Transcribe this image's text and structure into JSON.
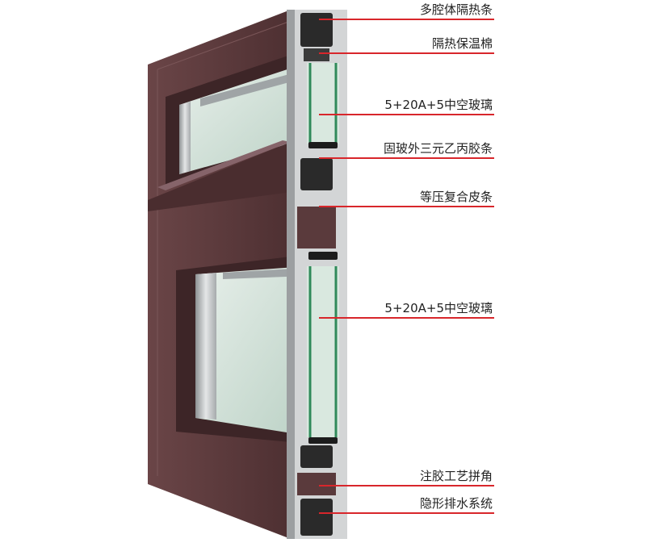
{
  "callouts": [
    {
      "text": "多腔体隔热条"
    },
    {
      "text": "隔热保温棉"
    },
    {
      "text": "5+20A+5中空玻璃"
    },
    {
      "text": "固玻外三元乙丙胶条"
    },
    {
      "text": "等压复合皮条"
    },
    {
      "text": "5+20A+5中空玻璃"
    },
    {
      "text": "注胶工艺拼角"
    },
    {
      "text": "隐形排水系统"
    }
  ],
  "colors": {
    "frame": "#5e3b3d",
    "frame_dark": "#4a2d2f",
    "aluminum": "#c9ccce",
    "glass": "#cfe0d6",
    "glass_edge": "#2f8a5a",
    "leader": "#d8262b",
    "thermal_strip": "#2a2a2a"
  }
}
